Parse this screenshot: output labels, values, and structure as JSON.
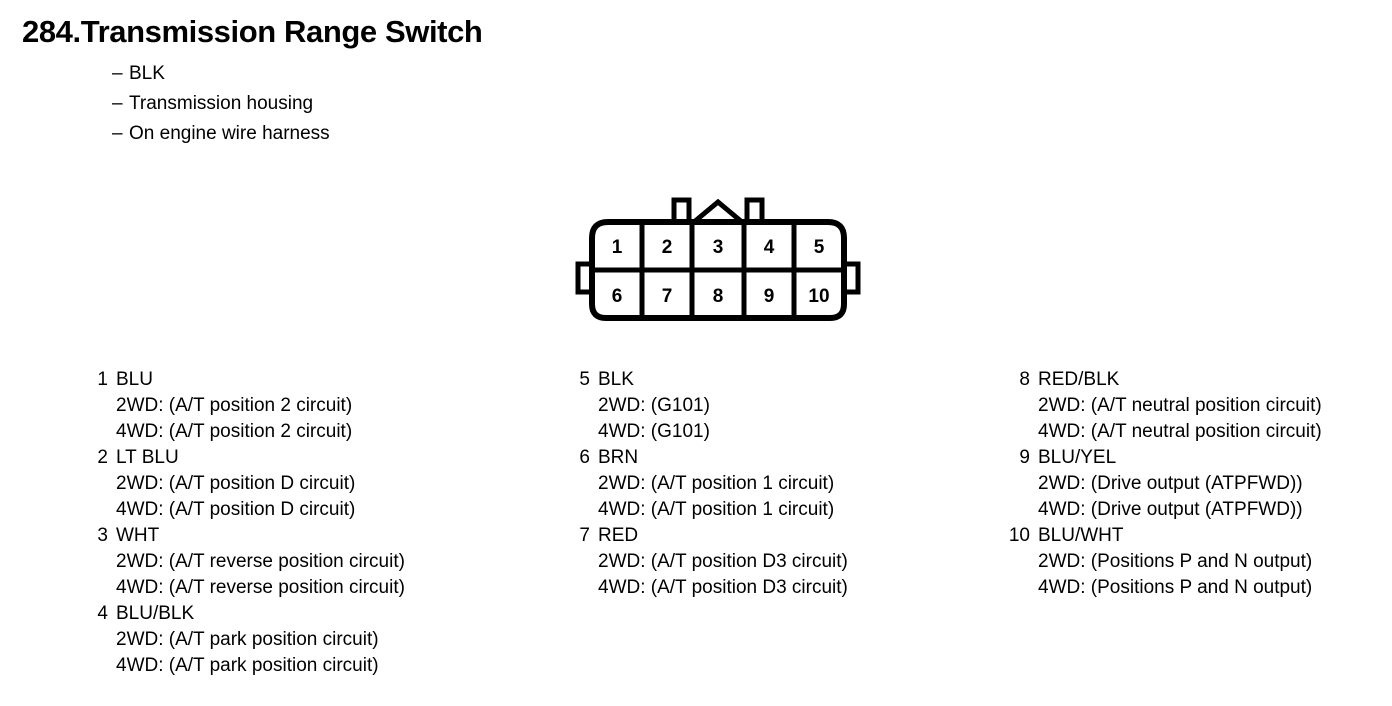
{
  "header": {
    "number": "284.",
    "title": "Transmission Range Switch",
    "notes": [
      "BLK",
      "Transmission housing",
      "On engine wire harness"
    ],
    "dash": "–"
  },
  "connector": {
    "name": "10-pin connector",
    "top_row": [
      "1",
      "2",
      "3",
      "4",
      "5"
    ],
    "bottom_row": [
      "6",
      "7",
      "8",
      "9",
      "10"
    ]
  },
  "legend": {
    "columns": [
      {
        "entries": [
          {
            "pin": "1",
            "color": "BLU",
            "lines": [
              "2WD: (A/T position 2 circuit)",
              "4WD: (A/T position 2 circuit)"
            ]
          },
          {
            "pin": "2",
            "color": "LT BLU",
            "lines": [
              "2WD: (A/T position D circuit)",
              "4WD: (A/T position D circuit)"
            ]
          },
          {
            "pin": "3",
            "color": "WHT",
            "lines": [
              "2WD: (A/T reverse position circuit)",
              "4WD: (A/T reverse position circuit)"
            ]
          },
          {
            "pin": "4",
            "color": "BLU/BLK",
            "lines": [
              "2WD: (A/T park position circuit)",
              "4WD: (A/T park position circuit)"
            ]
          }
        ]
      },
      {
        "entries": [
          {
            "pin": "5",
            "color": "BLK",
            "lines": [
              "2WD: (G101)",
              "4WD: (G101)"
            ]
          },
          {
            "pin": "6",
            "color": "BRN",
            "lines": [
              "2WD: (A/T position 1 circuit)",
              "4WD: (A/T position 1 circuit)"
            ]
          },
          {
            "pin": "7",
            "color": "RED",
            "lines": [
              "2WD: (A/T position D3 circuit)",
              "4WD: (A/T position D3 circuit)"
            ]
          }
        ]
      },
      {
        "entries": [
          {
            "pin": "8",
            "color": "RED/BLK",
            "lines": [
              "2WD: (A/T neutral position circuit)",
              "4WD: (A/T neutral position circuit)"
            ]
          },
          {
            "pin": "9",
            "color": "BLU/YEL",
            "lines": [
              "2WD: (Drive output (ATPFWD))",
              "4WD: (Drive output (ATPFWD))"
            ]
          },
          {
            "pin": "10",
            "color": "BLU/WHT",
            "lines": [
              "2WD: (Positions P and N output)",
              "4WD: (Positions P and N output)"
            ]
          }
        ]
      }
    ]
  }
}
